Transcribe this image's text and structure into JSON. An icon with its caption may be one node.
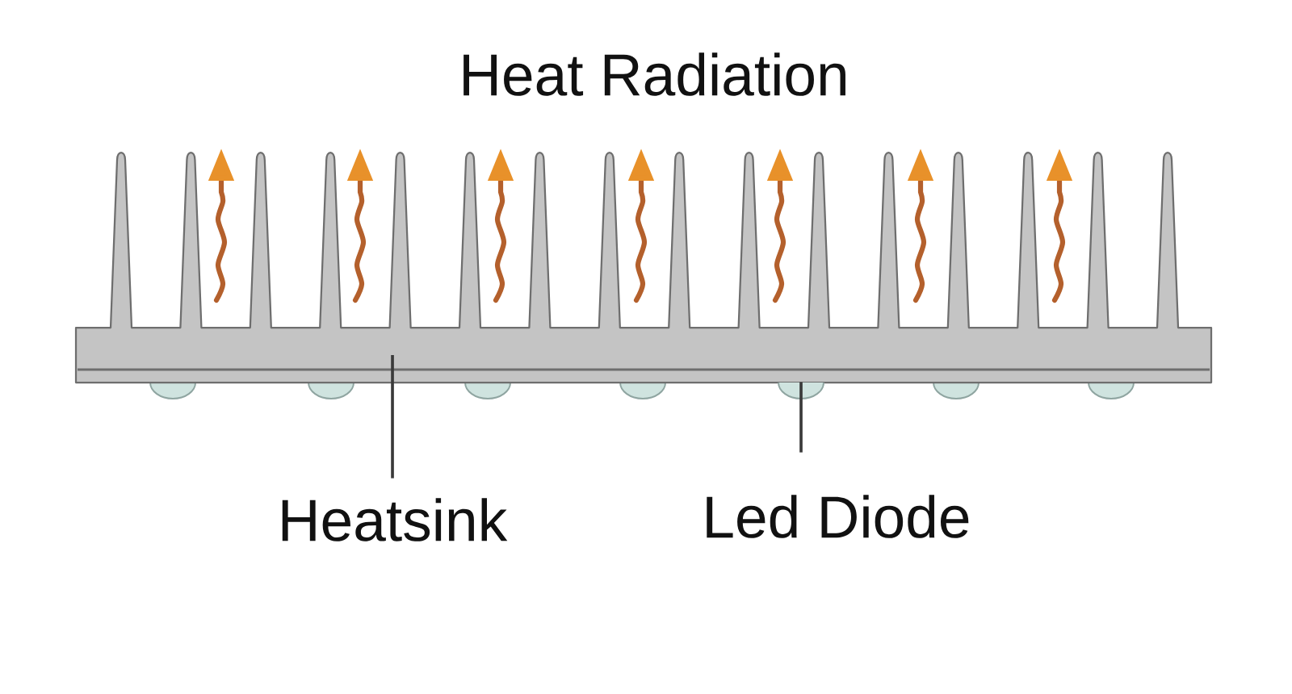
{
  "diagram": {
    "nodes": [
      {
        "text": [],
        "shape": "picture"
      },
      {
        "text": [],
        "shape": "semicircle"
      },
      {
        "text": [
          "Heatsink"
        ]
      },
      {
        "text": [
          "Led Diode"
        ]
      }
    ],
    "edges": [
      {
        "from": 2,
        "to": 0,
        "arrow": "none"
      },
      {
        "from": 3,
        "to": 1,
        "arrow": "none"
      }
    ],
    "labels": [
      "Heat Radiation"
    ]
  }
}
